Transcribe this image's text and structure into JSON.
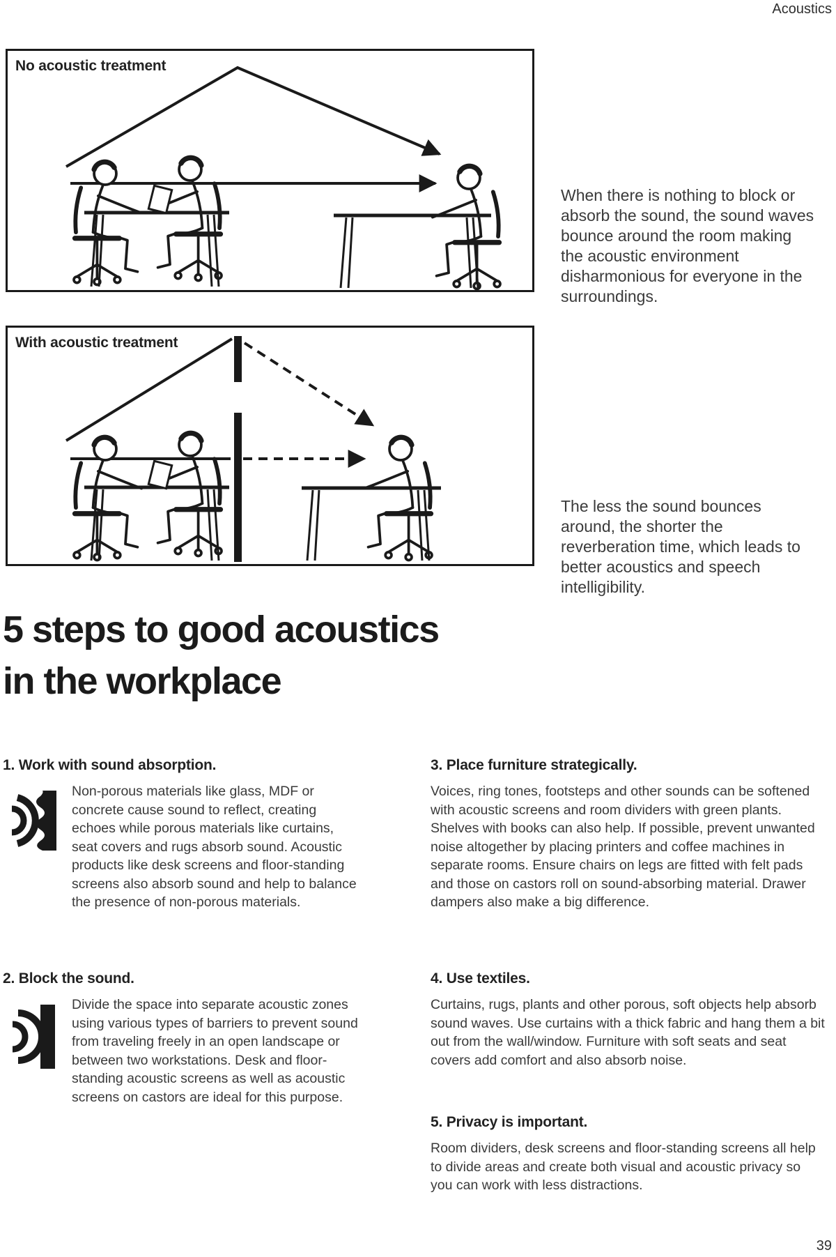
{
  "page": {
    "header": "Acoustics",
    "page_number": "39"
  },
  "figures": [
    {
      "label": "No acoustic treatment",
      "caption": "When there is nothing to block or absorb the sound, the sound waves bounce around the room making the acoustic environment disharmonious for everyone in the surroundings."
    },
    {
      "label": "With acoustic treatment",
      "caption": "The less the sound bounces around, the shorter the reverberation time, which leads to better acoustics and speech intelligibility."
    }
  ],
  "heading": {
    "lines": [
      "5 steps to good acoustics",
      "in the workplace"
    ]
  },
  "steps": [
    {
      "title": "1. Work with sound absorption.",
      "icon": "sound-absorption-icon",
      "body": "Non-porous materials like glass, MDF or concrete cause sound to reflect, creating echoes while porous materials like curtains, seat covers and rugs absorb sound. Acoustic products like desk screens and floor-standing screens also absorb sound and help to balance the presence of non-porous materials."
    },
    {
      "title": "2. Block the sound.",
      "icon": "sound-block-icon",
      "body": "Divide the space into separate acoustic zones using various types of barriers to prevent sound from traveling freely in an open landscape or between two workstations. Desk and floor-standing acoustic screens as well as acoustic screens on castors are ideal for this purpose."
    },
    {
      "title": "3. Place furniture strategically.",
      "body": "Voices, ring tones, footsteps and other sounds can be softened with acoustic screens and room dividers with green plants. Shelves with books can also help. If possible, prevent unwanted noise altogether by placing printers and coffee machines in separate rooms. Ensure chairs on legs are fitted with felt pads and those on castors roll on sound-absorbing material. Drawer dampers also make a big difference."
    },
    {
      "title": "4. Use textiles.",
      "body": "Curtains, rugs, plants and other porous, soft objects help absorb sound waves. Use curtains with a thick fabric and hang them a bit out from the wall/window. Furniture with soft seats and seat covers add comfort and also absorb noise."
    },
    {
      "title": "5. Privacy is important.",
      "body": "Room dividers, desk screens and floor-standing screens all help to divide areas and create both visual and acoustic privacy so you can work with less distractions."
    }
  ],
  "colors": {
    "ink": "#1a1a1a",
    "body_text": "#3a3a3a"
  }
}
